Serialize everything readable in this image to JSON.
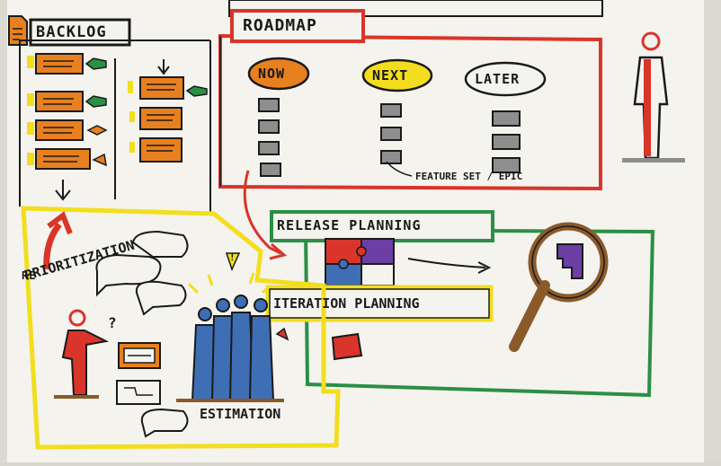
{
  "sections": {
    "backlog": {
      "title": "BACKLOG"
    },
    "roadmap": {
      "title": "ROADMAP",
      "now": "NOW",
      "next": "NEXT",
      "later": "LATER",
      "feature_note": "FEATURE SET / EPIC"
    },
    "release_planning": {
      "title": "RELEASE PLANNING"
    },
    "iteration_planning": {
      "title": "ITERATION PLANNING"
    },
    "prioritization": {
      "re": "RE",
      "label": "PRIORITIZATION"
    },
    "estimation": {
      "label": "ESTIMATION"
    },
    "marks": {
      "question": "?",
      "exclaim": "!"
    }
  },
  "colors": {
    "paper": "#f4f3ee",
    "ink": "#1a1a1a",
    "orange": "#e9801f",
    "yellow": "#f2de1e",
    "red": "#d9352a",
    "green": "#2b8f45",
    "blue": "#3e6fb5",
    "gray": "#8e8e8e",
    "brown": "#8b5a2b",
    "purple": "#6b3fa3"
  }
}
